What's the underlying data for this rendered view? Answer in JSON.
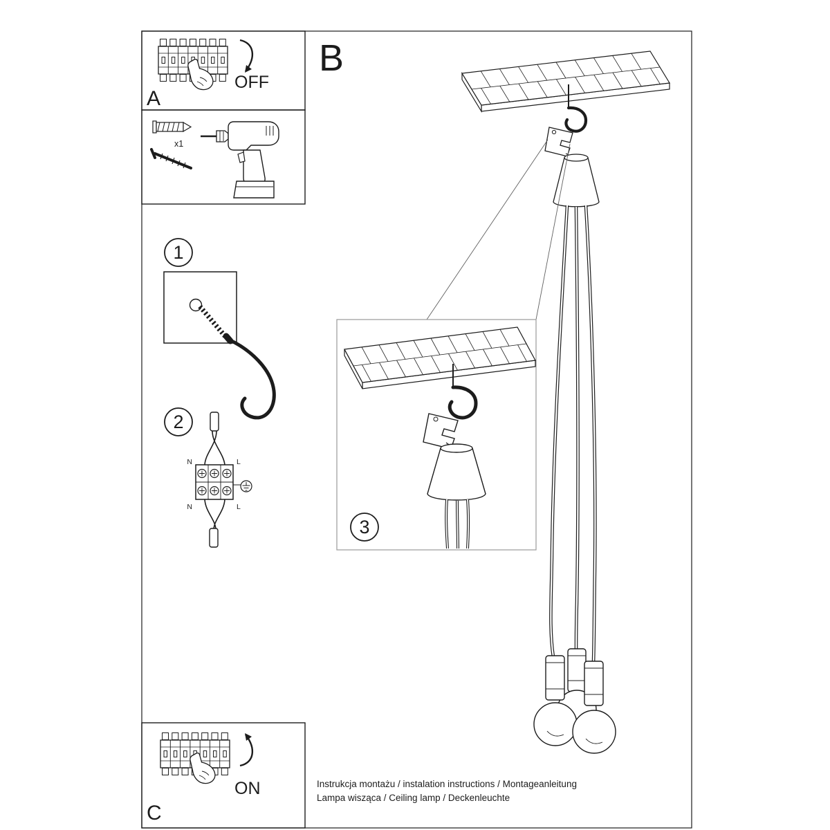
{
  "colors": {
    "ink": "#1c1c1c",
    "inset_border": "#9a9a9a"
  },
  "sections": {
    "power_off": {
      "label": "A",
      "action": "OFF"
    },
    "tools": {
      "anchor_count": "x1"
    },
    "step1": {
      "label": "1"
    },
    "step2": {
      "label": "2",
      "terminals": {
        "top_left": "N",
        "top_right": "L",
        "bottom_left": "N",
        "bottom_right": "L"
      }
    },
    "assembly": {
      "label": "B"
    },
    "step3": {
      "label": "3"
    },
    "power_on": {
      "label": "C",
      "action": "ON"
    }
  },
  "footer": {
    "line1": "Instrukcja montażu / instalation instructions / Montageanleitung",
    "line2": "Lampa wisząca / Ceiling lamp / Deckenleuchte"
  }
}
